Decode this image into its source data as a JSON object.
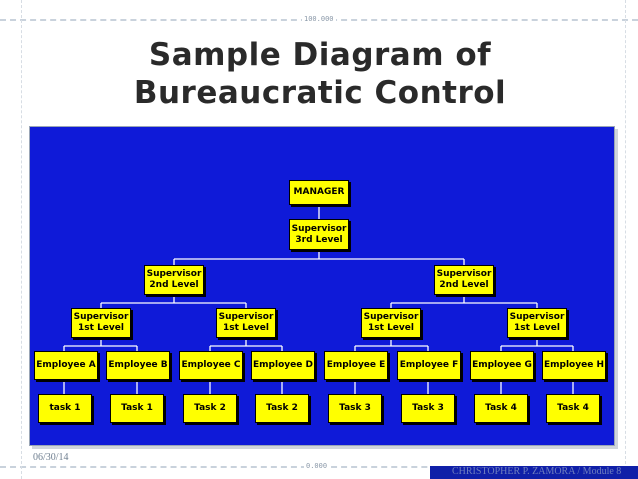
{
  "title": {
    "line1": "Sample Diagram of",
    "line2": "Bureaucratic Control"
  },
  "slide_markers": {
    "top": "100.000",
    "bottom": "0.000"
  },
  "footer": {
    "date": "06/30/14",
    "author": "CHRISTOPHER P. ZAMORA / Module 8"
  },
  "colors": {
    "diagram_background": "#0f1ad8",
    "box_fill": "#ffff00",
    "connector": "#ffffff"
  },
  "org_chart": {
    "manager": "MANAGER",
    "supervisor_3rd": {
      "line1": "Supervisor",
      "line2": "3rd Level"
    },
    "supervisors_2nd": [
      {
        "line1": "Supervisor",
        "line2": "2nd Level"
      },
      {
        "line1": "Supervisor",
        "line2": "2nd Level"
      }
    ],
    "supervisors_1st": [
      {
        "line1": "Supervisor",
        "line2": "1st Level"
      },
      {
        "line1": "Supervisor",
        "line2": "1st Level"
      },
      {
        "line1": "Supervisor",
        "line2": "1st Level"
      },
      {
        "line1": "Supervisor",
        "line2": "1st Level"
      }
    ],
    "employees": [
      "Employee A",
      "Employee B",
      "Employee C",
      "Employee D",
      "Employee E",
      "Employee F",
      "Employee G",
      "Employee H"
    ],
    "tasks": [
      "task 1",
      "Task 1",
      "Task 2",
      "Task 2",
      "Task 3",
      "Task 3",
      "Task 4",
      "Task 4"
    ]
  }
}
